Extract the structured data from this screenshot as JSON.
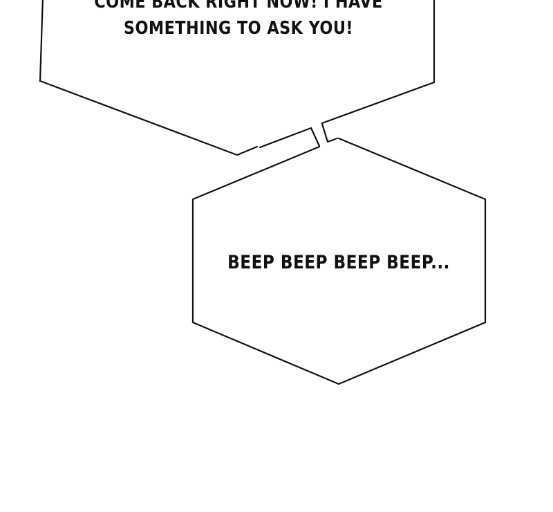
{
  "panel": {
    "background_color": "#ffffff",
    "ink_color": "#111111"
  },
  "upper_bubble": {
    "lines": [
      "COME BACK RIGHT NOW! I HAVE",
      "SOMETHING TO ASK YOU!"
    ]
  },
  "lower_bubble": {
    "text": "BEEP BEEP BEEP BEEP..."
  }
}
